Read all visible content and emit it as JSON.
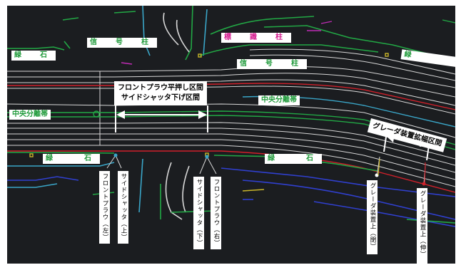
{
  "labels": {
    "ryokuseki_top_left": "緑　石",
    "shingouchu_top": "信　号　柱",
    "hyoshikichu": "標　識　柱",
    "shingouchu_mid": "信　号　柱",
    "ryokuseki_top_right": "緑　　　石",
    "chuou_left": "中央分離帯",
    "chuou_mid": "中央分離帯",
    "ryokuseki_bottom_left": "緑　　石",
    "ryokuseki_bottom_mid": "緑　　石",
    "section_front_side": "フロントプラウ平押し区間\nサイドシャッタ下げ区間",
    "grader_section": "グレーダ装置拡幅区間"
  },
  "vertical_labels": {
    "front_plow_left": "フロントプラウ（左）",
    "side_shutter_up": "サイドシャッタ（上）",
    "side_shutter_down": "サイドシャッタ（下）",
    "front_plow_right": "フロントプラウ（右）",
    "grader_close": "グレーダ装置上（閉）",
    "grader_open": "グレーダ装置上（伸）"
  },
  "colors": {
    "background": "#1b1d20",
    "road_line": "#d8d8d8",
    "red_line": "#d0202a",
    "green_line": "#22a845",
    "cyan_line": "#3aa6c8",
    "blue_line": "#3040d0",
    "yellow_line": "#c9b52a",
    "magenta_line": "#c02bb5"
  }
}
